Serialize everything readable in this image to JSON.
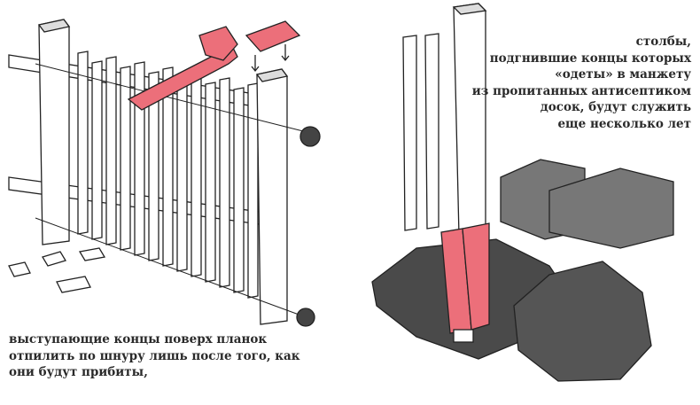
{
  "captions": {
    "right": [
      "столбы,",
      "подгнившие концы которых",
      "«одеты» в манжету",
      "из пропитанных антисептиком",
      "досок, будут служить",
      "еще несколько лет"
    ],
    "left": [
      "выступающие концы поверх планок",
      "отпилить по шнуру лишь после того, как",
      "они будут прибиты,"
    ]
  },
  "colors": {
    "accent_pink": "#ec6f7a",
    "ink": "#2a2a2a",
    "soil": "#4a4a4a"
  }
}
